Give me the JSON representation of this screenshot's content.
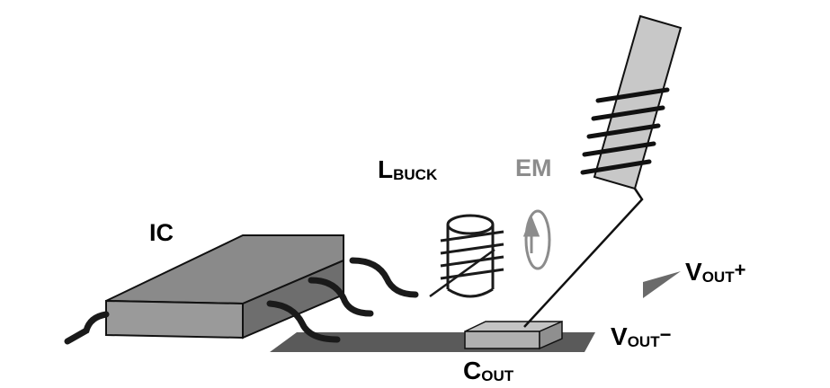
{
  "labels": {
    "ic": "IC",
    "lbuck_main": "L",
    "lbuck_sub": "BUCK",
    "em": "EM",
    "vout_plus_main": "V",
    "vout_plus_sub": "OUT",
    "vout_plus_sign": "+",
    "vout_minus_main": "V",
    "vout_minus_sub": "OUT",
    "vout_minus_sign": "−",
    "cout_main": "C",
    "cout_sub": "OUT"
  },
  "colors": {
    "ic_top": "#8a8a8a",
    "ic_front": "#9a9a9a",
    "ic_side": "#6e6e6e",
    "ground_plane": "#5a5a5a",
    "capacitor": "#b0b0b0",
    "probe_shaft": "#c8c8c8",
    "em_arrow": "#8c8c8c",
    "lead": "#1a1a1a"
  }
}
